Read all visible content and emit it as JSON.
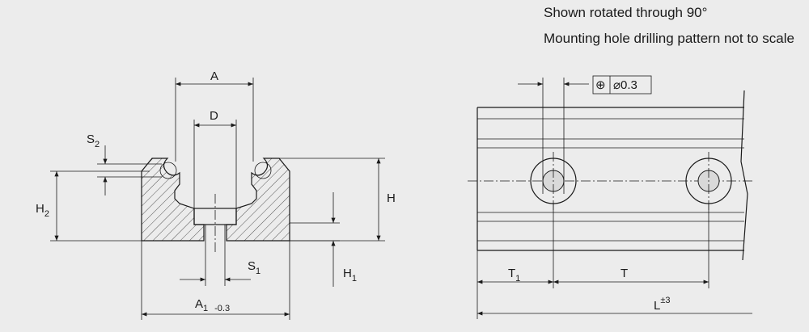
{
  "notes": {
    "line1": "Shown rotated through 90°",
    "line2": "Mounting hole drilling pattern not to scale"
  },
  "cross_section": {
    "labels": {
      "A": "A",
      "D": "D",
      "S2": "S",
      "S2_sub": "2",
      "H2": "H",
      "H2_sub": "2",
      "H": "H",
      "H1": "H",
      "H1_sub": "1",
      "S1": "S",
      "S1_sub": "1",
      "A1": "A",
      "A1_sub": "1",
      "A1_tol": "-0.3"
    }
  },
  "top_view": {
    "tolerance_symbol": "⊕",
    "tolerance_value": "⌀0.3",
    "labels": {
      "T1": "T",
      "T1_sub": "1",
      "T": "T",
      "L": "L",
      "L_sup": "±3"
    }
  },
  "colors": {
    "background": "#ececec",
    "line": "#1a1a1a",
    "hatch": "#555555",
    "hole_fill": "#d9d9d9"
  }
}
